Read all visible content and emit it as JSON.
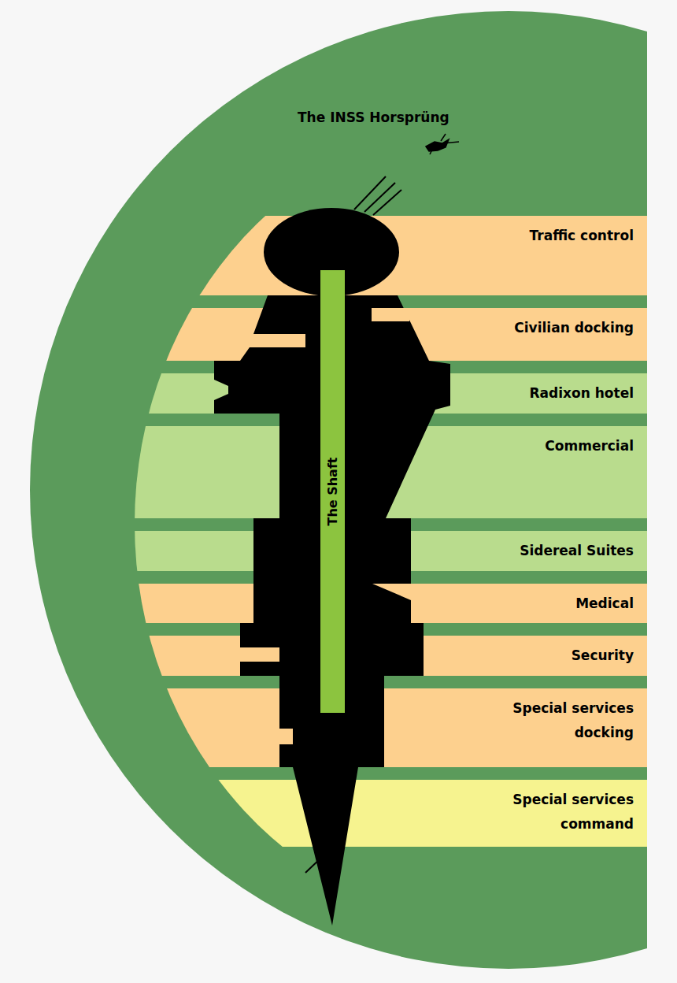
{
  "diagram": {
    "title": "The INSS Horsprüng",
    "nodes": [
      {
        "text": [
          "Traffic control"
        ]
      },
      {
        "text": [
          "Civilian docking"
        ]
      },
      {
        "text": [
          "Radixon hotel"
        ]
      },
      {
        "text": [
          "Commercial"
        ]
      },
      {
        "text": [
          "Sidereal Suites"
        ]
      },
      {
        "text": [
          "Medical"
        ]
      },
      {
        "text": [
          "Security"
        ]
      },
      {
        "text": [
          "Special services docking"
        ]
      },
      {
        "text": [
          "Special services command"
        ]
      },
      {
        "text": [
          "The Shaft"
        ]
      }
    ]
  }
}
